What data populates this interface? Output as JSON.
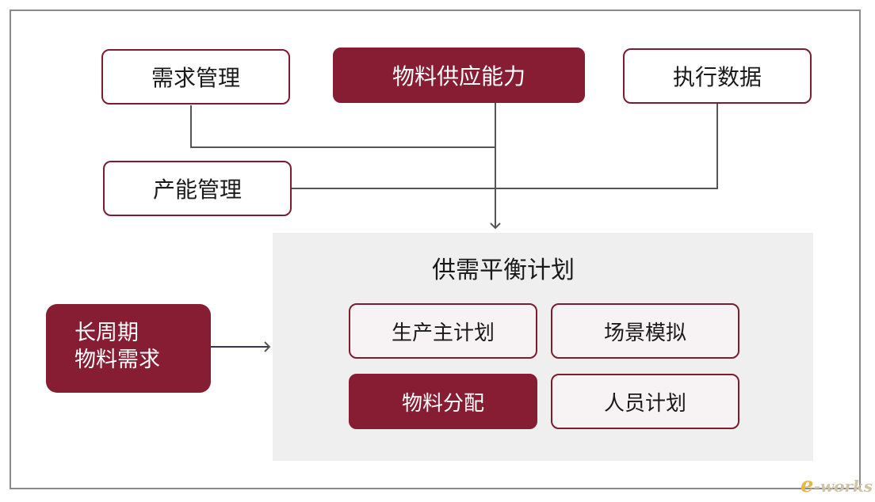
{
  "inputs": {
    "demand": "需求管理",
    "material_supply": "物料供应能力",
    "execution_data": "执行数据",
    "capacity": "产能管理"
  },
  "long_cycle": {
    "line1": "长周期",
    "line2": "物料需求"
  },
  "plan": {
    "title": "供需平衡计划",
    "modules": {
      "production_plan": "生产主计划",
      "scenario_sim": "场景模拟",
      "material_alloc": "物料分配",
      "staff_plan": "人员计划"
    }
  },
  "logo": {
    "e": "e",
    "rest": "-works"
  },
  "colors": {
    "accent": "#861d33",
    "panel": "#efefef",
    "connector": "#555555"
  }
}
